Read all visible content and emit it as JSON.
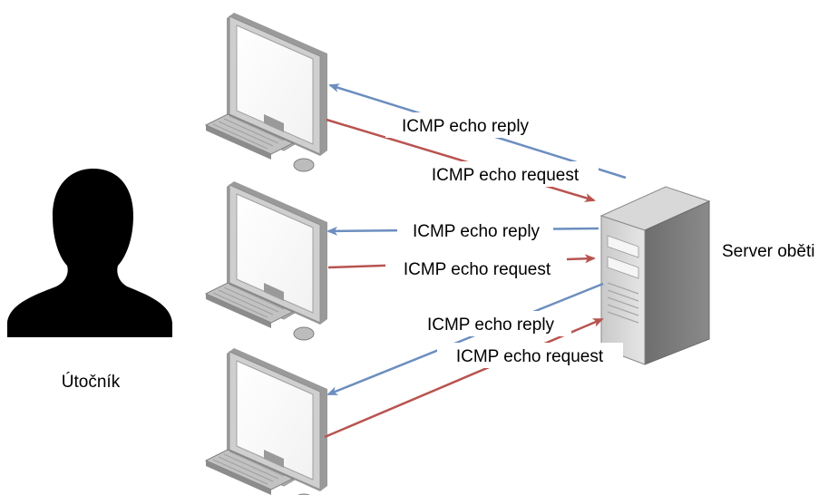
{
  "attacker": {
    "label": "Útočník"
  },
  "server": {
    "label": "Server oběti"
  },
  "flows": [
    {
      "reply_label": "ICMP echo reply",
      "request_label": "ICMP echo request"
    },
    {
      "reply_label": "ICMP echo reply",
      "request_label": "ICMP echo request"
    },
    {
      "reply_label": "ICMP echo reply",
      "request_label": "ICMP echo request"
    }
  ],
  "colors": {
    "reply": "#6c8ebf",
    "request": "#b85450",
    "silhouette": "#000000",
    "server_body": "#888888"
  }
}
